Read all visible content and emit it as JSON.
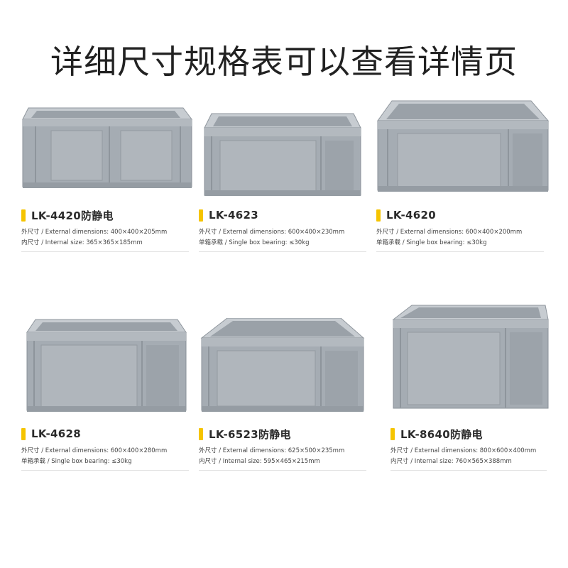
{
  "header": {
    "title": "详细尺寸规格表可以查看详情页"
  },
  "colors": {
    "accent": "#f5c400",
    "box_gray": "#a3aab1",
    "background": "#ffffff"
  },
  "products": [
    {
      "name": "LK-4420防静电",
      "specs": [
        "外尺寸 / External dimensions: 400×400×205mm",
        "内尺寸 / Internal size: 365×365×185mm"
      ]
    },
    {
      "name": "LK-4623",
      "specs": [
        "外尺寸 / External dimensions: 600×400×230mm",
        "单箱承载 / Single box bearing: ≤30kg"
      ]
    },
    {
      "name": "LK-4620",
      "specs": [
        "外尺寸 / External dimensions: 600×400×200mm",
        "单箱承载 / Single box bearing: ≤30kg"
      ]
    },
    {
      "name": "LK-4628",
      "specs": [
        "外尺寸 / External dimensions: 600×400×280mm",
        "单箱承载 / Single box bearing: ≤30kg"
      ]
    },
    {
      "name": "LK-6523防静电",
      "specs": [
        "外尺寸 / External dimensions: 625×500×235mm",
        "内尺寸 / Internal size: 595×465×215mm"
      ]
    },
    {
      "name": "LK-8640防静电",
      "specs": [
        "外尺寸 / External dimensions: 800×600×400mm",
        "内尺寸 / Internal size: 760×565×388mm"
      ]
    }
  ]
}
